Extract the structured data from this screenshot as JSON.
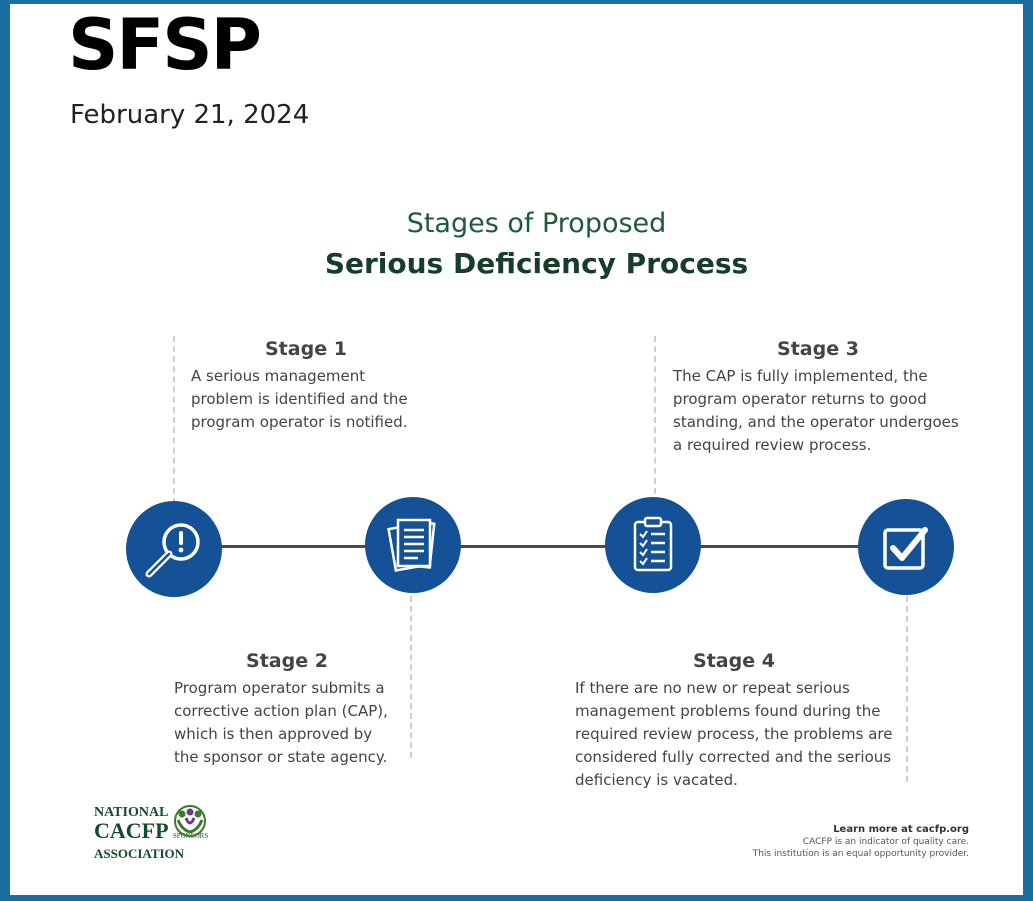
{
  "header": {
    "brand": "SFSP",
    "date": "February 21, 2024"
  },
  "infographic": {
    "title_line1": "Stages of Proposed",
    "title_line2": "Serious Deficiency Process",
    "stages": [
      {
        "heading": "Stage 1",
        "text": "A serious management problem is identified and the program operator is notified.",
        "icon": "magnifier-alert-icon"
      },
      {
        "heading": "Stage 2",
        "text": "Program operator submits a corrective action plan (CAP), which is then approved by the sponsor or state agency.",
        "icon": "documents-icon"
      },
      {
        "heading": "Stage 3",
        "text": "The CAP is fully implemented, the program operator returns to good standing, and the operator undergoes a required review process.",
        "icon": "clipboard-checklist-icon"
      },
      {
        "heading": "Stage 4",
        "text": "If there are no new or repeat serious management problems found during the required review process, the problems are considered fully corrected and the serious deficiency is vacated.",
        "icon": "checkbox-check-icon"
      }
    ],
    "colors": {
      "icon_circle": "#155196",
      "title_green": "#163d2a"
    }
  },
  "logo": {
    "line1": "NATIONAL",
    "line2": "CACFP",
    "sponsors": "SPONSORS",
    "line3": "ASSOCIATION"
  },
  "footer": {
    "learn_more": "Learn more at cacfp.org",
    "line2": "CACFP is an indicator of quality care.",
    "line3": "This institution is an equal opportunity provider."
  }
}
